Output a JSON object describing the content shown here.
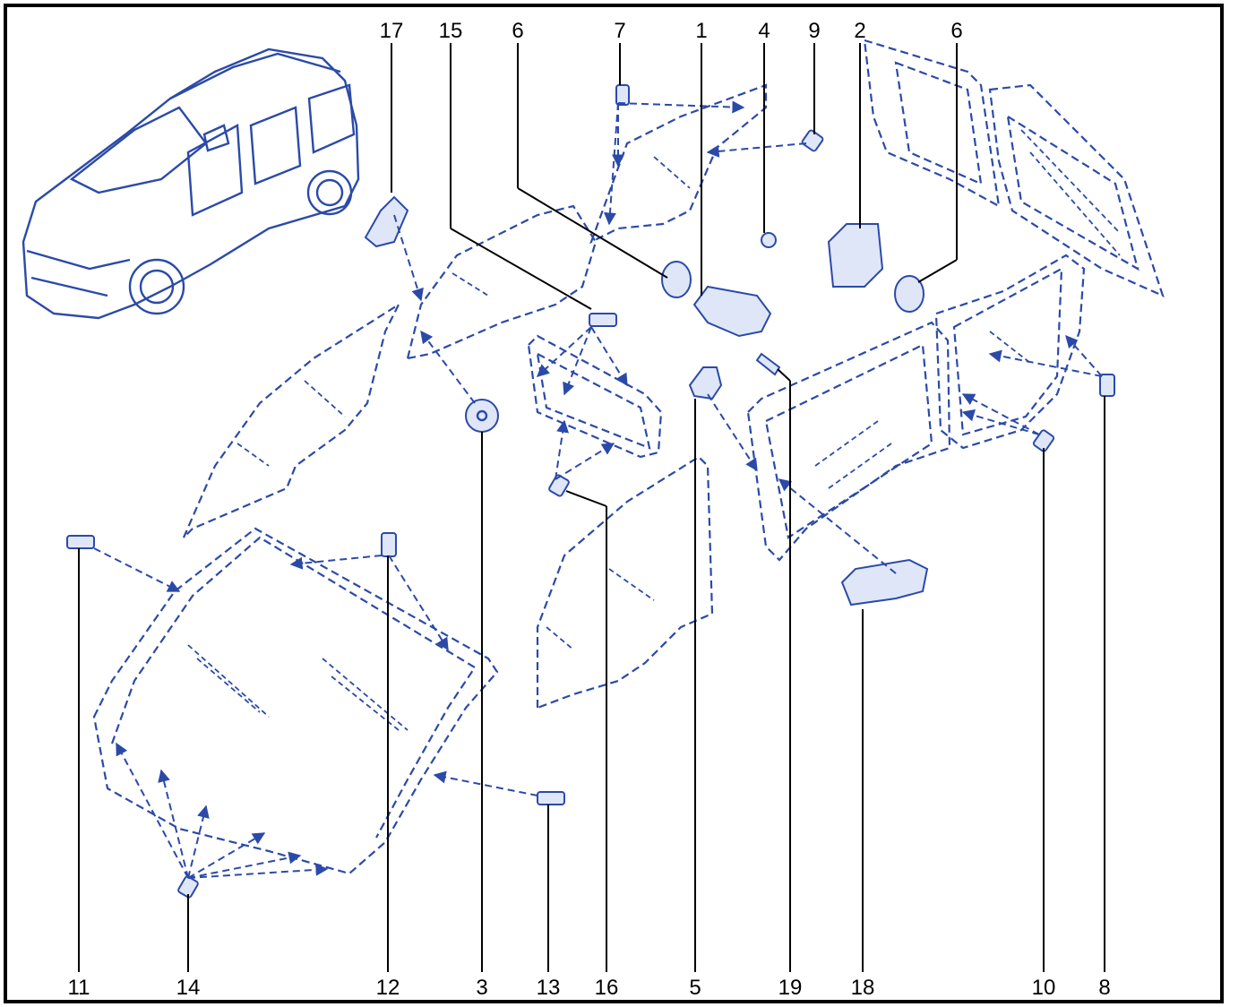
{
  "diagram": {
    "colors": {
      "line": "#2b4aa8",
      "fill": "#e9eefb",
      "text": "#000000",
      "frame": "#000000"
    },
    "top_labels": [
      "17",
      "15",
      "6",
      "7",
      "1",
      "4",
      "9",
      "2",
      "6"
    ],
    "bottom_labels": [
      "11",
      "14",
      "12",
      "3",
      "13",
      "16",
      "5",
      "19",
      "18",
      "10",
      "8"
    ]
  }
}
